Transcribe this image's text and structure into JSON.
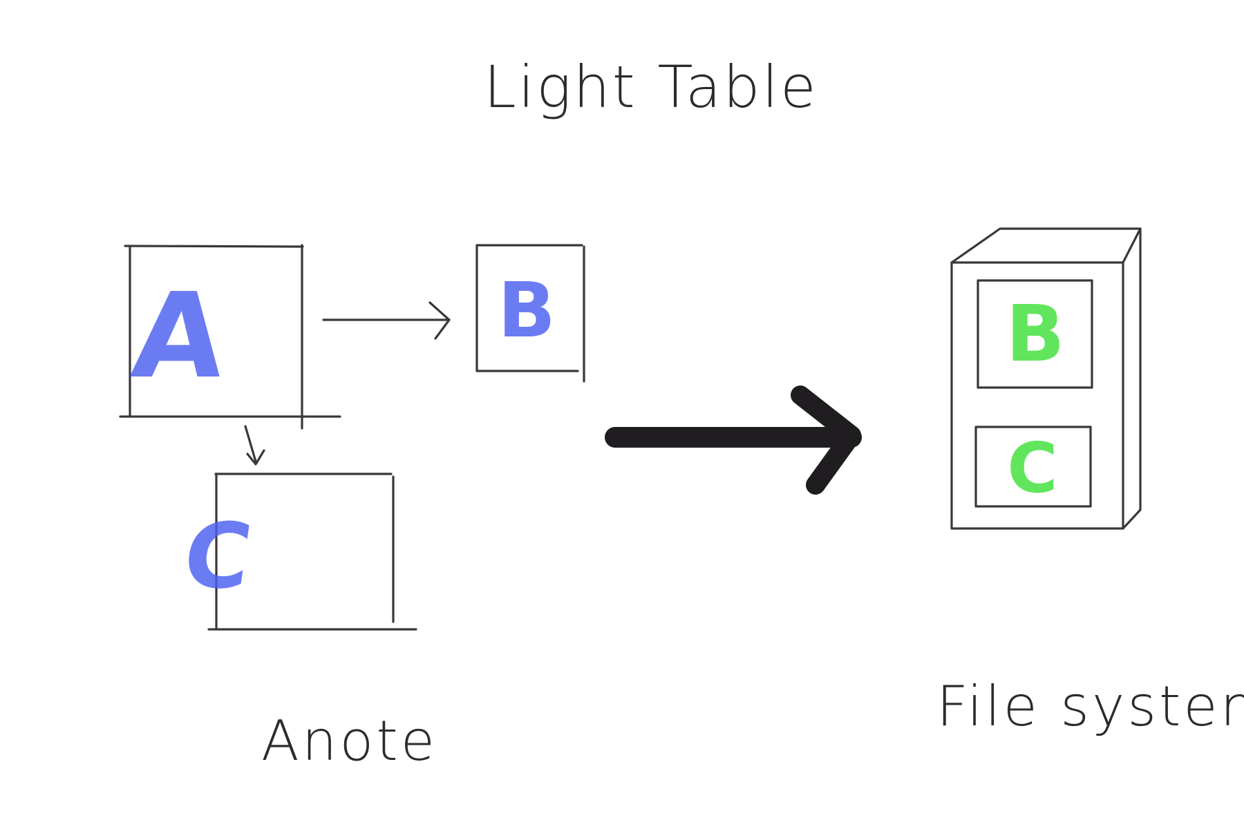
{
  "diagram": {
    "title": "Light Table",
    "left_caption": "Anote",
    "right_caption": "File system",
    "notes": {
      "a": "A",
      "b": "B",
      "c": "C"
    },
    "cabinet_files": {
      "b": "B",
      "c": "C"
    },
    "colors": {
      "ink": "#3a373b",
      "note_letter": "#4a5ff0",
      "file_letter": "#45e040",
      "big_arrow": "#1f1d20"
    }
  }
}
